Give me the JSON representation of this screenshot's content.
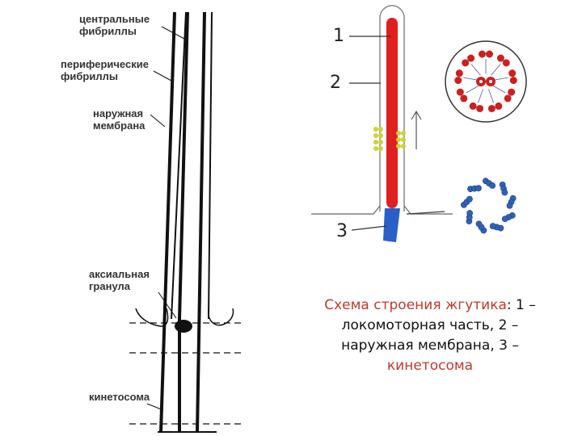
{
  "left_labels": {
    "central_fibrils": [
      "центральные",
      "фибриллы"
    ],
    "peripheral_fibrils": [
      "периферические",
      "фибриллы"
    ],
    "outer_membrane": [
      "наружная",
      "мембрана"
    ],
    "axial_granule": [
      "аксиальная",
      "гранула"
    ],
    "kinetosome": [
      "кинетосома"
    ]
  },
  "right_numbers": [
    "1",
    "2",
    "3"
  ],
  "caption": {
    "title": "Схема строения жгутика",
    "part1": ": 1 –",
    "line2": "локомоторная часть, 2 –",
    "line3": "наружная мембрана, 3 –",
    "kinetosome": "кинетосома"
  },
  "colors": {
    "locomotor": "#e0201c",
    "kinetosome": "#2a5fc8",
    "granules": "#cfd23a",
    "caption_accent": "#c0392b",
    "doublet_red": "#cc2020",
    "triplet_blue": "#2f63b8"
  }
}
